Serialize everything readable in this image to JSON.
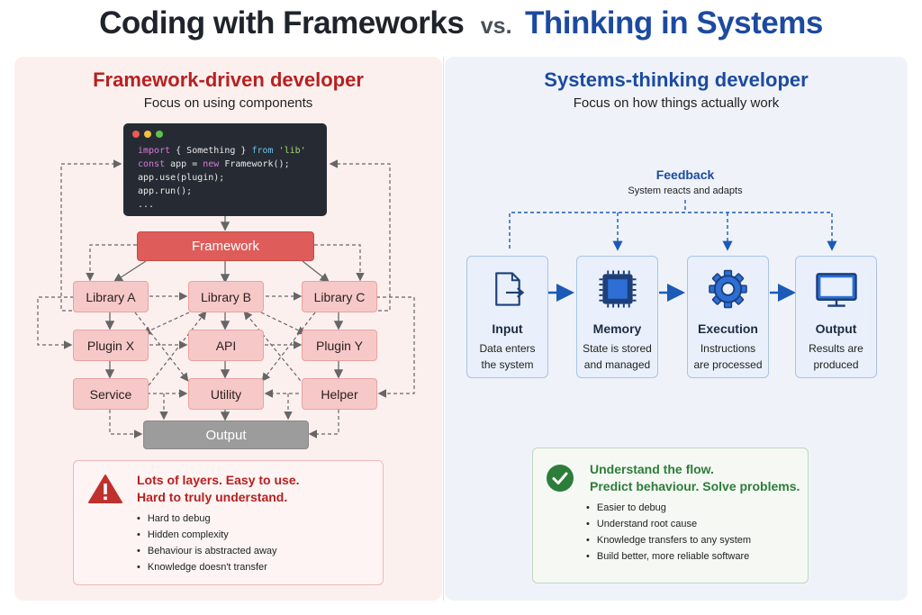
{
  "title": {
    "left": "Coding with Frameworks",
    "vs": "vs.",
    "right": "Thinking in Systems"
  },
  "left_panel": {
    "heading": "Framework-driven developer",
    "subheading": "Focus on using components",
    "code_lines": [
      {
        "kw": "import",
        "rest": " { Something } ",
        "kw2": "from",
        "str": " 'lib'"
      },
      {
        "kw": "const",
        "rest": " app = ",
        "kw2": "new",
        "str": " Framework();"
      },
      {
        "text": "app.use(plugin);"
      },
      {
        "text": "app.run();"
      },
      {
        "text": "..."
      }
    ],
    "framework_label": "Framework",
    "boxes": {
      "library_a": "Library A",
      "library_b": "Library B",
      "library_c": "Library C",
      "plugin_x": "Plugin X",
      "api": "API",
      "plugin_y": "Plugin Y",
      "service": "Service",
      "utility": "Utility",
      "helper": "Helper",
      "output": "Output"
    },
    "warning": {
      "line1": "Lots of layers. Easy to use.",
      "line2": "Hard to truly understand.",
      "bullets": [
        "Hard to debug",
        "Hidden complexity",
        "Behaviour is abstracted away",
        "Knowledge doesn't transfer"
      ]
    }
  },
  "right_panel": {
    "heading": "Systems-thinking developer",
    "subheading": "Focus on how things actually work",
    "feedback": {
      "title": "Feedback",
      "subtitle": "System reacts and adapts"
    },
    "nodes": [
      {
        "title": "Input",
        "desc1": "Data enters",
        "desc2": "the system",
        "icon": "document-arrow-icon"
      },
      {
        "title": "Memory",
        "desc1": "State is stored",
        "desc2": "and managed",
        "icon": "chip-icon"
      },
      {
        "title": "Execution",
        "desc1": "Instructions",
        "desc2": "are processed",
        "icon": "gear-icon"
      },
      {
        "title": "Output",
        "desc1": "Results are",
        "desc2": "produced",
        "icon": "monitor-icon"
      }
    ],
    "good": {
      "line1": "Understand the flow.",
      "line2": "Predict behaviour. Solve problems.",
      "bullets": [
        "Easier to debug",
        "Understand root cause",
        "Knowledge transfers to any system",
        "Build better, more reliable software"
      ]
    }
  },
  "colors": {
    "red_accent": "#b8201f",
    "blue_accent": "#1c4aa0",
    "green_accent": "#2d7d3a"
  }
}
